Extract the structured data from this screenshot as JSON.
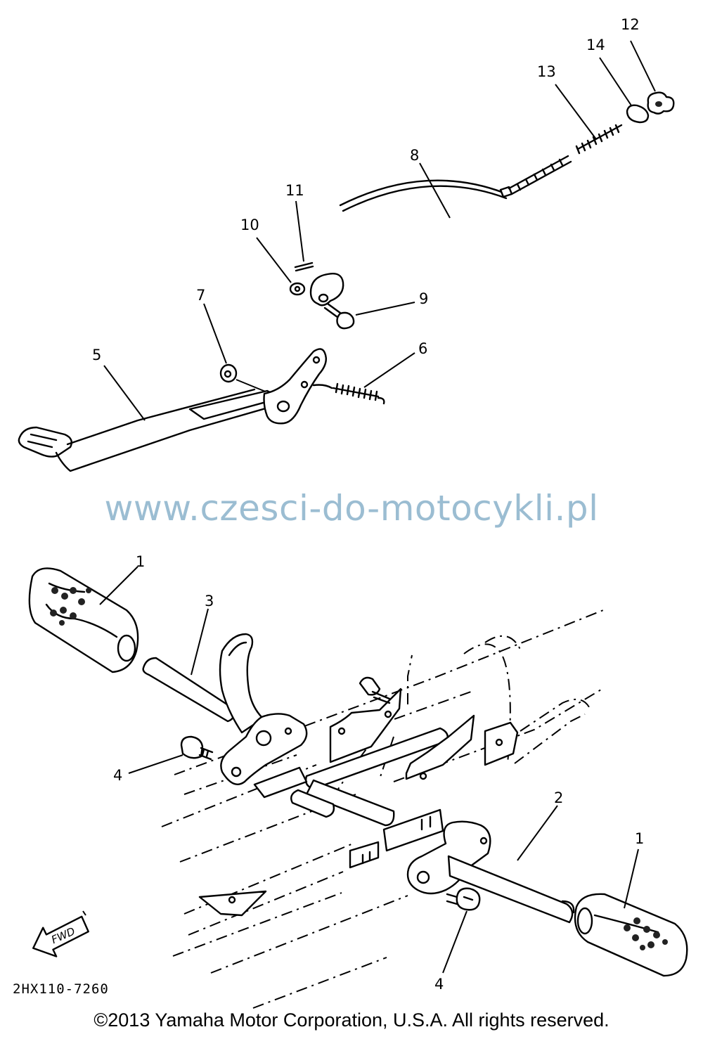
{
  "callouts": {
    "c1": "1",
    "c2": "2",
    "c3": "3",
    "c4": "4",
    "c5": "5",
    "c6": "6",
    "c7": "7",
    "c8": "8",
    "c9": "9",
    "c10": "10",
    "c11": "11",
    "c12": "12",
    "c13": "13",
    "c14": "14"
  },
  "fwd_label": "FWD",
  "reference_code": "2HX110-7260",
  "watermark": "www.czesci-do-motocykli.pl",
  "copyright": "©2013 Yamaha Motor Corporation, U.S.A. All rights reserved."
}
